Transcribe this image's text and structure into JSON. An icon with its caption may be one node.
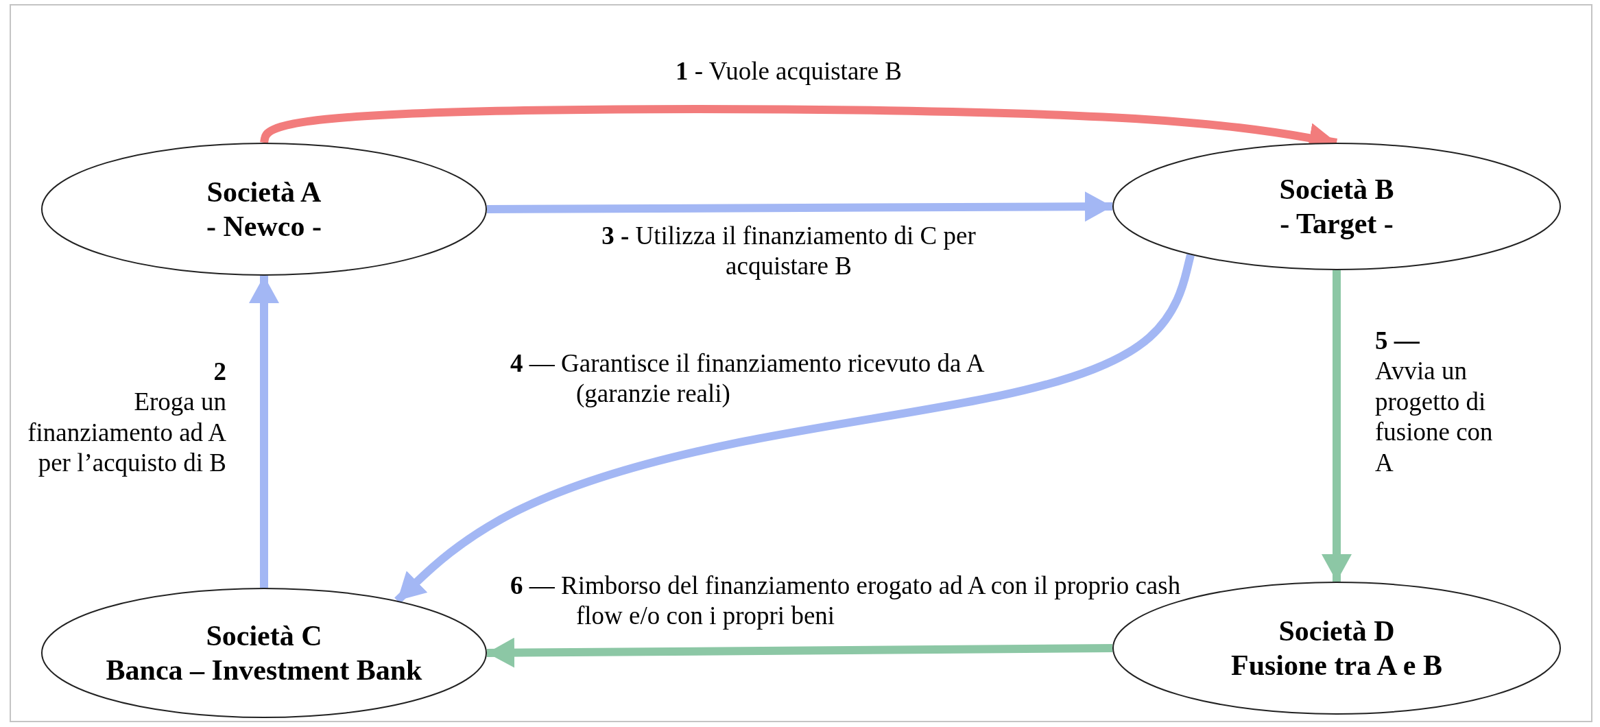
{
  "diagram": {
    "nodes": [
      {
        "text": [
          "Società A",
          "- Newco -"
        ]
      },
      {
        "text": [
          "Società B",
          "- Target -"
        ]
      },
      {
        "text": [
          "Società C",
          "Banca – Investment Bank"
        ]
      },
      {
        "text": [
          "Società D",
          "Fusione tra A e B"
        ]
      }
    ],
    "edges": [
      {
        "from": 0,
        "to": 1,
        "arrow": "to",
        "label": "**1** - Vuole acquistare B",
        "color": "#f27c7c"
      },
      {
        "from": 2,
        "to": 0,
        "arrow": "to",
        "label": "**2** Eroga un finanziamento ad A per l’acquisto di B"
      },
      {
        "from": 0,
        "to": 1,
        "arrow": "to",
        "label": "**3 -** Utilizza il finanziamento di C per acquistare B"
      },
      {
        "from": 1,
        "to": 2,
        "arrow": "to",
        "label": "**4** — Garantisce il finanziamento ricevuto da A (garanzie reali)"
      },
      {
        "from": 1,
        "to": 3,
        "arrow": "to",
        "label": "**5 —** Avvia un progetto di fusione con A",
        "color": "#8cc7a5"
      },
      {
        "from": 3,
        "to": 2,
        "arrow": "to",
        "label": "**6** — Rimborso del finanziamento erogato ad A con il proprio cash flow e/o con i propri beni",
        "color": "#8cc7a5"
      }
    ]
  }
}
